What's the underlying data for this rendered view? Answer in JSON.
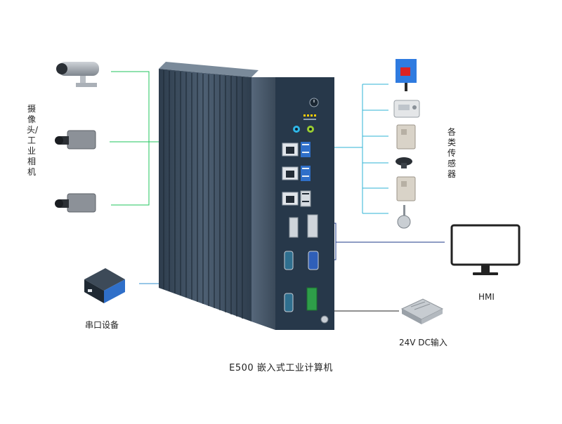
{
  "labels": {
    "camera_group": "摄像头/工业相机",
    "sensor_group": "各类传感器",
    "hmi": "HMI",
    "serial_device": "串口设备",
    "power_input": "24V DC输入",
    "caption": "E500 嵌入式工业计算机"
  },
  "colors": {
    "camera_link": "#22c55e",
    "sensor_link": "#2fb3d6",
    "hmi_link": "#1e3a8a",
    "serial_link": "#2f8fcf",
    "power_link": "#222222",
    "chassis": "#3e4e5e",
    "front_panel": "#27384a"
  },
  "icons": [
    "camera-icon",
    "industrial-camera-icon",
    "photoelectric-sensor-icon",
    "temperature-controller-icon",
    "proximity-sensor-icon",
    "button-sensor-icon",
    "thermometer-probe-icon",
    "monitor-icon",
    "serial-converter-icon",
    "power-supply-icon",
    "power-button-icon"
  ]
}
